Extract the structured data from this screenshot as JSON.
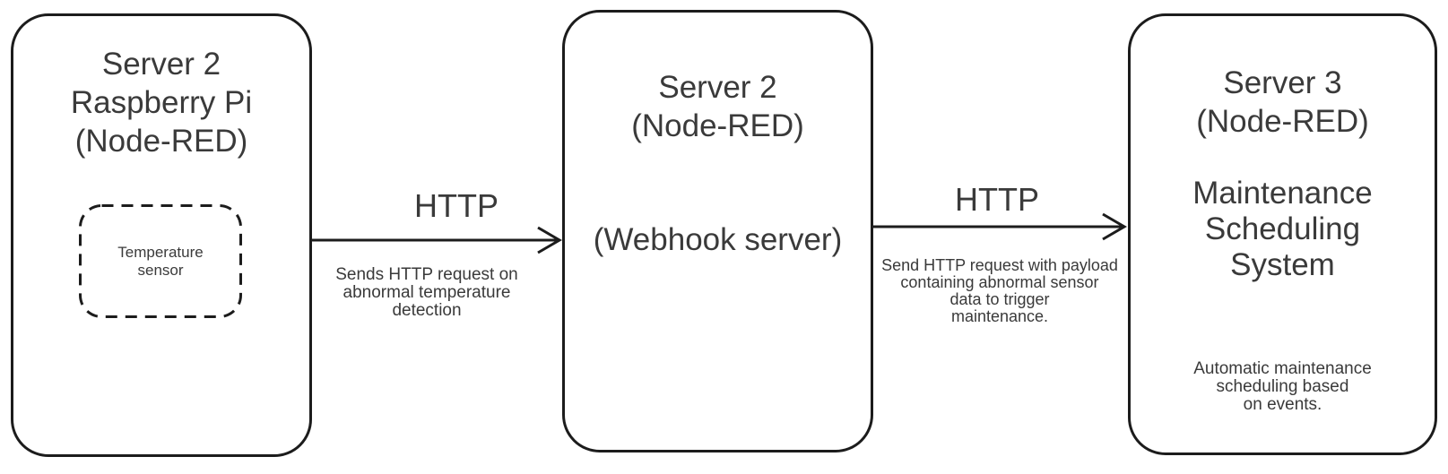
{
  "diagram": {
    "background": "#ffffff",
    "stroke_color": "#1c1c1c",
    "text_color": "#3a3a3a"
  },
  "nodes": [
    {
      "id": "server2-raspberry-pi",
      "title_lines": [
        "Server 2",
        "Raspberry Pi",
        "(Node-RED)"
      ],
      "inner_component": {
        "label_lines": [
          "Temperature",
          "sensor"
        ]
      }
    },
    {
      "id": "server2-webhook",
      "title_lines": [
        "Server 2",
        "(Node-RED)"
      ],
      "subtitle": "(Webhook server)"
    },
    {
      "id": "server3-maintenance",
      "title_lines": [
        "Server 3",
        "(Node-RED)"
      ],
      "role_lines": [
        "Maintenance",
        "Scheduling",
        "System"
      ],
      "note_lines": [
        "Automatic maintenance",
        "scheduling based",
        "on events."
      ]
    }
  ],
  "connections": [
    {
      "id": "pi-to-webhook",
      "protocol": "HTTP",
      "description_lines": [
        "Sends HTTP request on",
        "abnormal temperature",
        "detection"
      ]
    },
    {
      "id": "webhook-to-maintenance",
      "protocol": "HTTP",
      "description_lines": [
        "Send HTTP request with payload",
        "containing abnormal sensor",
        "data to trigger",
        "maintenance."
      ]
    }
  ]
}
